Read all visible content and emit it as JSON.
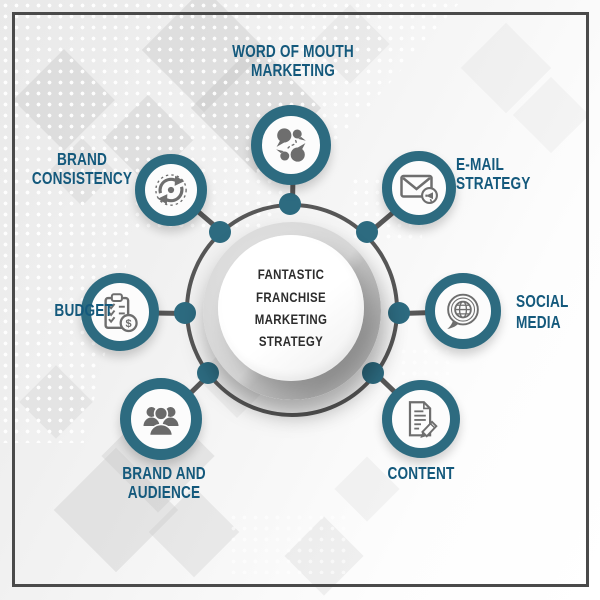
{
  "center": {
    "title": "FANTASTIC FRANCHISE\nMARKETING STRATEGY"
  },
  "nodes": [
    {
      "id": "word-of-mouth-marketing",
      "label": "WORD OF MOUTH\nMARKETING",
      "icon": "speech-bubbles-icon"
    },
    {
      "id": "email-strategy",
      "label": "E-MAIL STRATEGY",
      "icon": "envelope-megaphone-icon"
    },
    {
      "id": "social-media",
      "label": "SOCIAL\nMEDIA",
      "icon": "globe-chat-bubble-icon"
    },
    {
      "id": "content",
      "label": "CONTENT",
      "icon": "document-pencil-icon"
    },
    {
      "id": "brand-and-audience",
      "label": "BRAND AND AUDIENCE",
      "icon": "people-group-icon"
    },
    {
      "id": "budget",
      "label": "BUDGET",
      "icon": "clipboard-dollar-icon"
    },
    {
      "id": "brand-consistency",
      "label": "BRAND\nCONSISTENCY",
      "icon": "cycle-arrows-icon"
    }
  ],
  "colors": {
    "accent_teal": "#2d6b80",
    "label_text": "#14597c",
    "icon_gray": "#6e6e6e",
    "ring_gray": "#575757",
    "frame_gray": "#4a4a4a",
    "center_text": "#2d2d2d"
  }
}
